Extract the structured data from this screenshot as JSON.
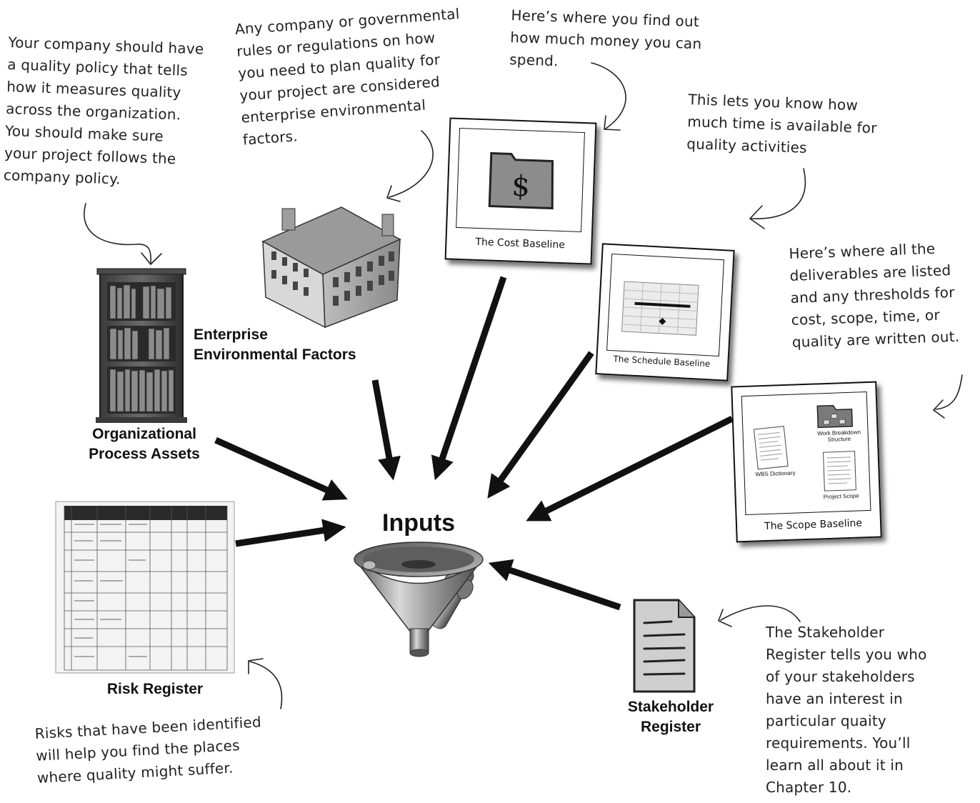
{
  "center": {
    "label": "Inputs"
  },
  "inputs": {
    "opa": [
      "Organizational",
      "Process Assets"
    ],
    "eef": [
      "Enterprise",
      "Environmental Factors"
    ],
    "cost_baseline": "The Cost Baseline",
    "schedule_baseline": "The Schedule Baseline",
    "scope_baseline": {
      "title": "The Scope Baseline",
      "wbs": [
        "Work Breakdown",
        "Structure"
      ],
      "wbs_dictionary": "WBS Dictionary",
      "project_scope": "Project Scope"
    },
    "risk_register": "Risk Register",
    "stakeholder_register": [
      "Stakeholder",
      "Register"
    ]
  },
  "notes": {
    "opa": [
      "Your company should have",
      "a quality policy that tells",
      "how it measures quality",
      "across the organization.",
      "You should make sure",
      "your project follows the",
      "company policy."
    ],
    "eef": [
      "Any company or governmental",
      "rules or regulations on how",
      "you need to plan quality for",
      "your project are considered",
      "enterprise environmental",
      "factors."
    ],
    "cost": [
      "Here’s where you find out",
      "how much money you can",
      "spend."
    ],
    "schedule": [
      "This lets you know how",
      "much time is available for",
      "quality activities"
    ],
    "scope": [
      "Here’s where all the",
      "deliverables are listed",
      "and any thresholds for",
      "cost, scope, time, or",
      "quality are written out."
    ],
    "risk": [
      "Risks that have been identified",
      "will help you find the places",
      "where quality might suffer."
    ],
    "stakeholder": [
      "The Stakeholder",
      "Register tells you who",
      "of your stakeholders",
      "have an interest in",
      "particular quaity",
      "requirements. You’ll",
      "learn all about it in",
      "Chapter 10."
    ]
  },
  "icons": {
    "center": "funnel-icon",
    "opa": "bookcase-icon",
    "eef": "building-icon",
    "cost": "money-folder-icon",
    "schedule": "gantt-chart-icon",
    "scope": "document-stack-icon",
    "risk": "spreadsheet-icon",
    "stakeholder": "document-icon"
  }
}
